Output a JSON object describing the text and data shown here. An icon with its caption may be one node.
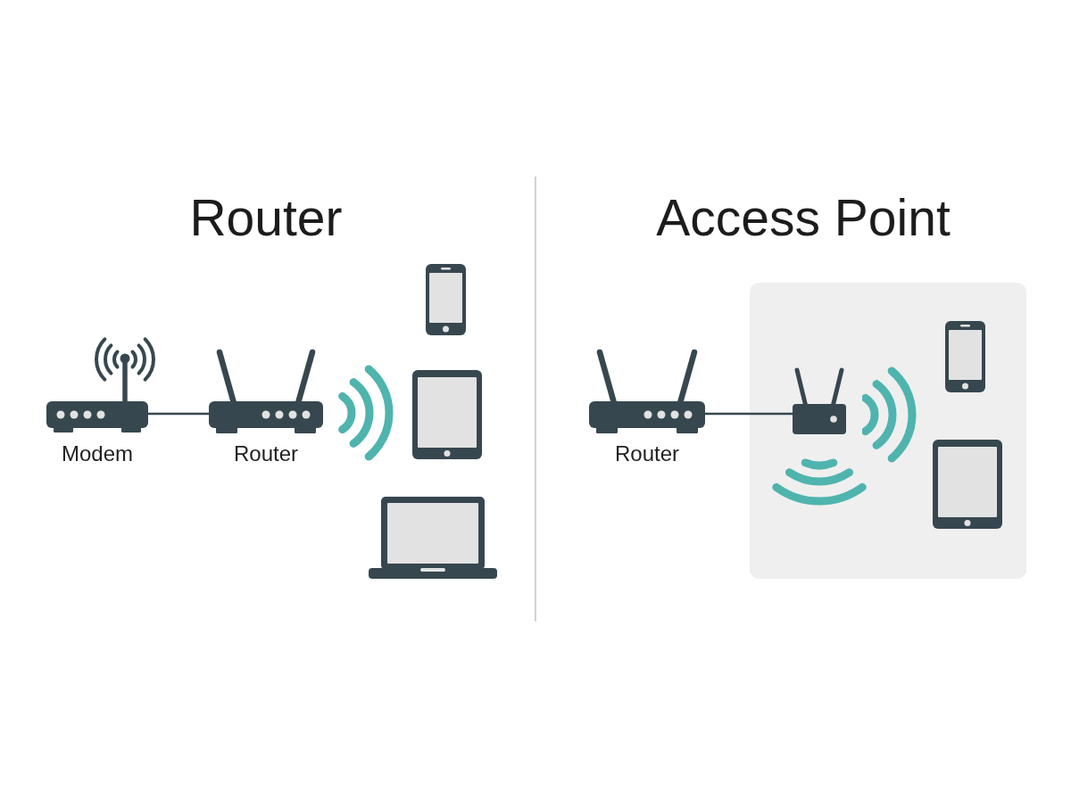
{
  "diagram": {
    "nodes": [
      {
        "text": [
          "Modem"
        ]
      },
      {
        "text": [
          "Router"
        ]
      },
      {
        "text": [],
        "shape": "picture"
      },
      {
        "text": [],
        "shape": "picture"
      },
      {
        "text": [],
        "shape": "picture"
      },
      {
        "text": [
          "Router"
        ]
      },
      {
        "text": [],
        "shape": "box"
      },
      {
        "text": [],
        "shape": "picture",
        "in": 6
      },
      {
        "text": [],
        "shape": "picture",
        "in": 6
      },
      {
        "text": [],
        "shape": "picture",
        "in": 6
      }
    ],
    "edges": [
      {
        "from": 0,
        "to": 1,
        "arrow": "none"
      },
      {
        "from": 5,
        "to": 7,
        "arrow": "none"
      }
    ],
    "labels": [
      "Router",
      "Access Point"
    ]
  }
}
